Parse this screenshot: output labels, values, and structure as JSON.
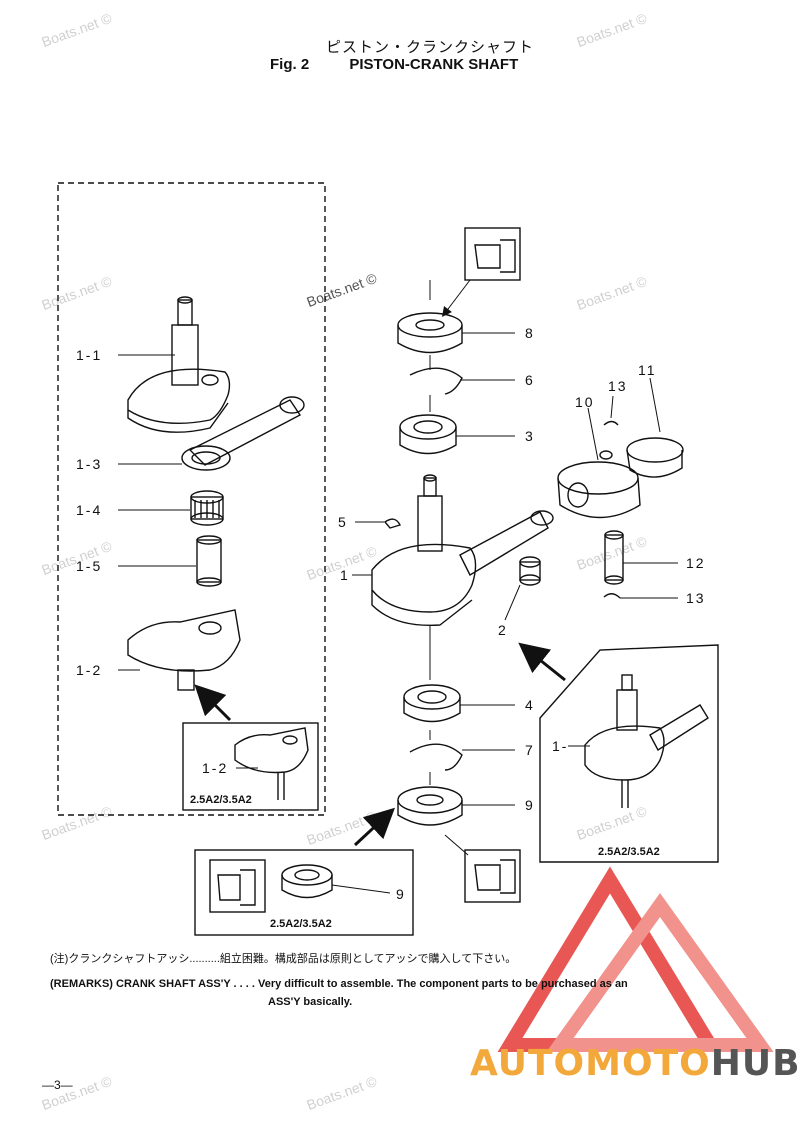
{
  "title": {
    "jp": "ピストン・クランクシャフト",
    "fig": "Fig. 2",
    "en": "PISTON-CRANK SHAFT"
  },
  "watermarks": [
    "Boats.net ©"
  ],
  "labels": {
    "l1_1": "1-1",
    "l1_3": "1-3",
    "l1_4": "1-4",
    "l1_5": "1-5",
    "l1_2": "1-2",
    "l1_2b": "1-2",
    "l1_b": "1-",
    "l8": "8",
    "l6": "6",
    "l3": "3",
    "l5": "5",
    "l1": "1",
    "l2": "2",
    "l4": "4",
    "l7": "7",
    "l9": "9",
    "l9b": "9",
    "l10": "10",
    "l11": "11",
    "l13a": "13",
    "l12": "12",
    "l13b": "13"
  },
  "variant_label": "2.5A2/3.5A2",
  "remarks": {
    "jp_head": "(注)クランクシャフトアッシ..........",
    "jp_text": "組立困難。構成部品は原則としてアッシで購入して下さい。",
    "en_head": "(REMARKS) CRANK SHAFT ASS'Y . . . .",
    "en_text": "Very difficult to assemble. The component parts to be purchased as an",
    "en_text2": "ASS'Y basically."
  },
  "page_number": "—3—",
  "brand": {
    "part1": "AUTOMOTO",
    "part2": "HUB"
  },
  "colors": {
    "logo_red": "#e53a36",
    "logo_orange": "#f2a83a",
    "logo_gray": "#555555"
  }
}
